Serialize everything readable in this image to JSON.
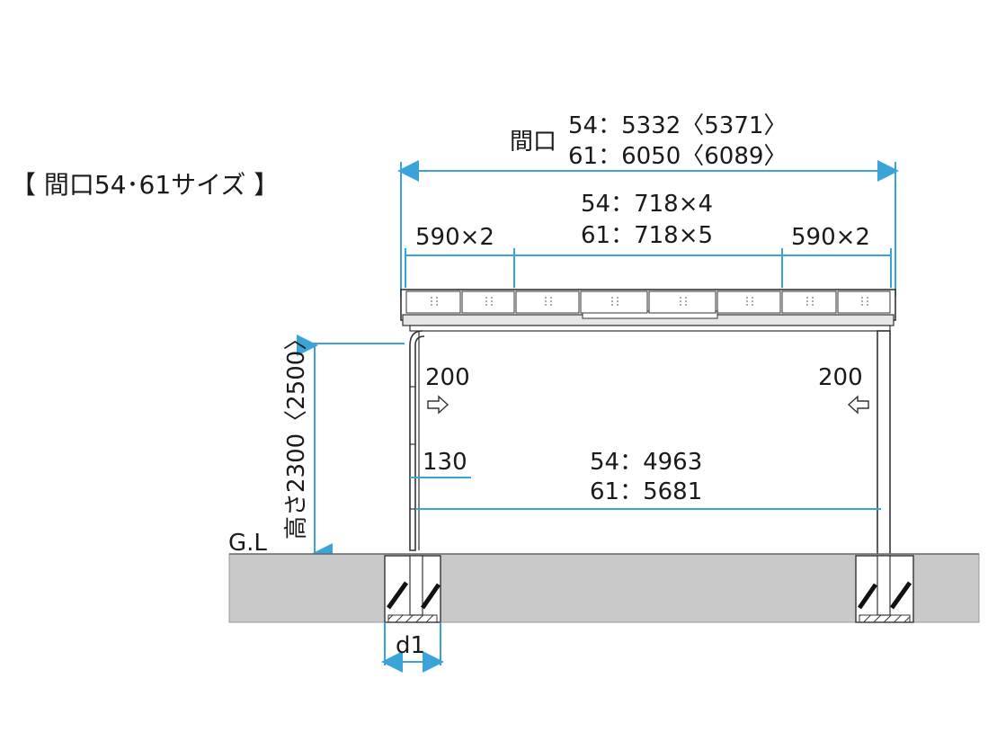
{
  "title": "【 間口54･61サイズ 】",
  "width_label": {
    "prefix": "間口",
    "line1": "54：5332〈5371〉",
    "line2": "61：6050〈6089〉"
  },
  "panel_labels": {
    "left": "590×2",
    "center_line1": "54：718×4",
    "center_line2": "61：718×5",
    "right": "590×2"
  },
  "offset_left": "200",
  "offset_right": "200",
  "post_offset": "130",
  "span_label": {
    "line1": "54：4963",
    "line2": "61：5681"
  },
  "height_label": "高さ2300〈2500〉",
  "ground_label": "G.L",
  "footing_label": "d1",
  "colors": {
    "dimension": "#3aa3d8",
    "ground": "#c9c9c9"
  }
}
